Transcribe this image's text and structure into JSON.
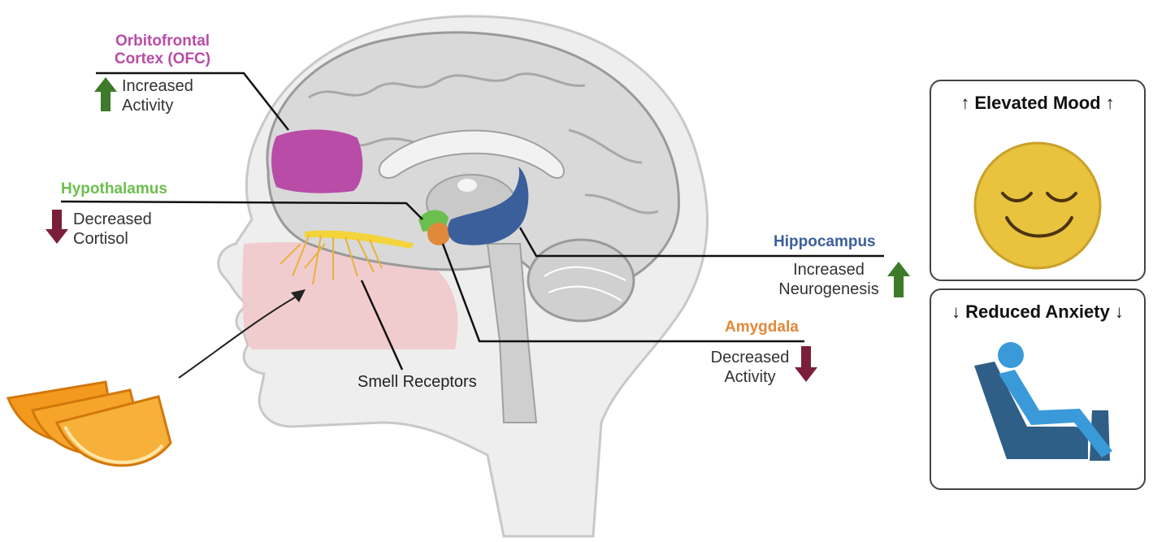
{
  "colors": {
    "ofc": "#b94ca7",
    "hypothalamus": "#6bbf4e",
    "hippocampus": "#3b5f9b",
    "amygdala": "#e0893a",
    "increase_arrow": "#3d7a2a",
    "decrease_arrow": "#7a1f3a",
    "smiley": "#e9c23e",
    "person": "#3a9ad9",
    "chair": "#2f5f86"
  },
  "labels": {
    "ofc": {
      "title_line1": "Orbitofrontal",
      "title_line2": "Cortex (OFC)",
      "effect_line1": "Increased",
      "effect_line2": "Activity",
      "arrow": "arrow-up-icon"
    },
    "hypothalamus": {
      "title": "Hypothalamus",
      "effect_line1": "Decreased",
      "effect_line2": "Cortisol",
      "arrow": "arrow-down-icon"
    },
    "hippocampus": {
      "title": "Hippocampus",
      "effect_line1": "Increased",
      "effect_line2": "Neurogenesis",
      "arrow": "arrow-up-icon"
    },
    "amygdala": {
      "title": "Amygdala",
      "effect_line1": "Decreased",
      "effect_line2": "Activity",
      "arrow": "arrow-down-icon"
    },
    "smell_receptors": "Smell Receptors"
  },
  "outcomes": {
    "mood": {
      "title": "Elevated Mood",
      "arrow_left": "↑",
      "arrow_right": "↑",
      "icon": "smiley-face-icon"
    },
    "anxiety": {
      "title": "Reduced Anxiety",
      "arrow_left": "↓",
      "arrow_right": "↓",
      "icon": "relaxed-person-chair-icon"
    }
  }
}
